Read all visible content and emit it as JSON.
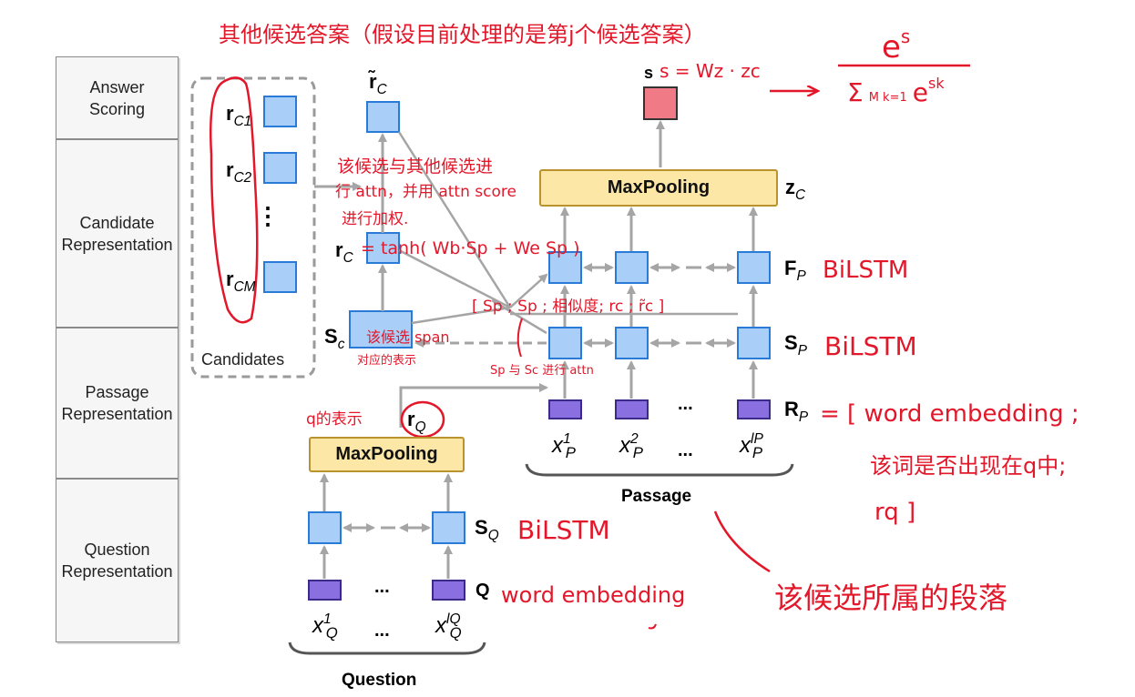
{
  "stages": [
    {
      "label": "Answer\nScoring"
    },
    {
      "label": "Candidate\nRepresentation"
    },
    {
      "label": "Passage\nRepresentation"
    },
    {
      "label": "Question\nRepresentation"
    }
  ],
  "diagram": {
    "candidates_label": "Candidates",
    "candidate_vectors": [
      "rC1",
      "rC2",
      "rCM"
    ],
    "maxpooling_label": "MaxPooling",
    "passage_label": "Passage",
    "question_label": "Question",
    "ellipsis": "...",
    "vertical_ellipsis": "⋮",
    "labels": {
      "r_tilde_c": "r̃",
      "r_c": "r",
      "s_c": "S",
      "r_q": "r",
      "z_c": "z",
      "f_p": "F",
      "s_p": "S",
      "r_p": "R",
      "s_q": "S",
      "q": "Q",
      "s": "s",
      "x": "x",
      "sub_c": "C",
      "sub_p": "P",
      "sub_q": "Q",
      "sub_c1": "C1",
      "sub_c2": "C2",
      "sub_cm": "CM",
      "sup_1": "1",
      "sup_2": "2",
      "sup_lp": "lP",
      "sup_lq": "lQ",
      "sub_c_lower": "c"
    }
  },
  "annotations": {
    "title_note": "其他候选答案（假设目前处理的是第j个候选答案）",
    "score_formula": "s = Wz · zc",
    "softmax_num": "e",
    "softmax_num_sup": "s",
    "softmax_den": "Σ",
    "softmax_den_range": "M k=1",
    "softmax_den_e": "e",
    "softmax_den_sup": "sk",
    "attn_note_1": "该候选与其他候选进",
    "attn_note_2": "行 attn，并用 attn score",
    "attn_note_3": "进行加权.",
    "rc_formula": "= tanh( Wb·Sp + We Sp )",
    "concat_note": "[ Sp ; Sp ; 相似度; rc ; r̃c ]",
    "span_note_1": "该候选 span",
    "span_note_2": "对应的表示",
    "sp_sc_note": "Sp 与 Sc 进行 attn",
    "q_note": "q的表示",
    "fp_note": "BiLSTM",
    "sp_note": "BiLSTM",
    "sq_note": "BiLSTM",
    "rp_note_1": "= [ word embedding ;",
    "rp_note_2": "该词是否出现在q中;",
    "rp_note_3": "rq ]",
    "q_emb_note": "word embedding",
    "passage_note": "该候选所属的段落"
  },
  "colors": {
    "blue_box": "#a9cff8",
    "blue_border": "#2a7ad8",
    "purple_box": "#8a6fe0",
    "purple_border": "#3b2a8a",
    "red_box": "#f07a86",
    "pool_fill": "#fce7a7",
    "arrow": "#a5a5a5",
    "ink": "#e3172a"
  }
}
